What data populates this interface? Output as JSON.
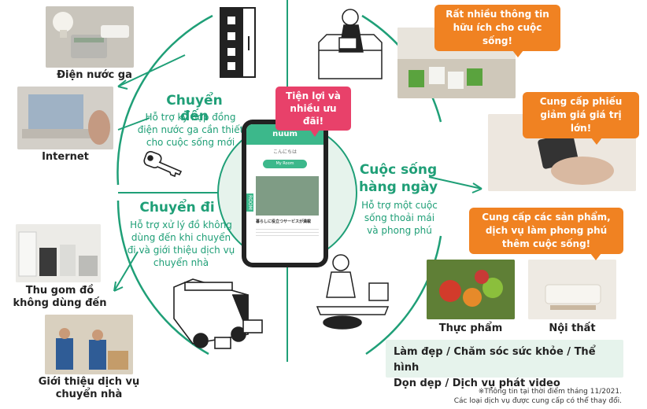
{
  "left_items": [
    {
      "label": "Điện nước ga"
    },
    {
      "label": "Internet"
    },
    {
      "label": "Thu gom đồ không dùng đến"
    },
    {
      "label": "Giới thiệu dịch vụ chuyển nhà"
    }
  ],
  "move_in": {
    "title": "Chuyển đến",
    "desc": "Hỗ trợ ký hợp đồng điện nước ga cần thiết cho cuộc sống mới"
  },
  "move_out": {
    "title": "Chuyển đi",
    "desc": "Hỗ trợ xử lý đồ không dùng đến khi chuyển đi và giới thiệu dịch vụ chuyển nhà"
  },
  "daily": {
    "title": "Cuộc sống hàng ngày",
    "desc": "Hỗ trợ một cuộc sống thoải mái và phong phú"
  },
  "center_bubble": "Tiện lợi và nhiều ưu đãi!",
  "phone": {
    "logo": "nuum",
    "greeting": "こんにちは",
    "button": "My Room",
    "card_text": "暮らしに役立つサービスが満載",
    "side_label": "ROOM"
  },
  "bubbles": [
    "Rất nhiều thông tin hữu ích cho cuộc sống!",
    "Cung cấp phiếu giảm giá giá trị lớn!",
    "Cung cấp các sản phẩm, dịch vụ làm phong phú thêm cuộc sống!"
  ],
  "right_items": [
    {
      "label": "Thực phẩm"
    },
    {
      "label": "Nội thất"
    }
  ],
  "misc": {
    "line1": "Làm đẹp / Chăm sóc sức khỏe / Thể hình",
    "line2": "Dọn dẹp / Dịch vụ phát video"
  },
  "footnote": {
    "line1": "※Thông tin tại thời điểm tháng 11/2021.",
    "line2": "Các loại dịch vụ được cung cấp có thể thay đổi."
  },
  "colors": {
    "green": "#1f9f77",
    "orange": "#f08222",
    "pink": "#e8416a",
    "light_green": "#e6f3ec"
  }
}
